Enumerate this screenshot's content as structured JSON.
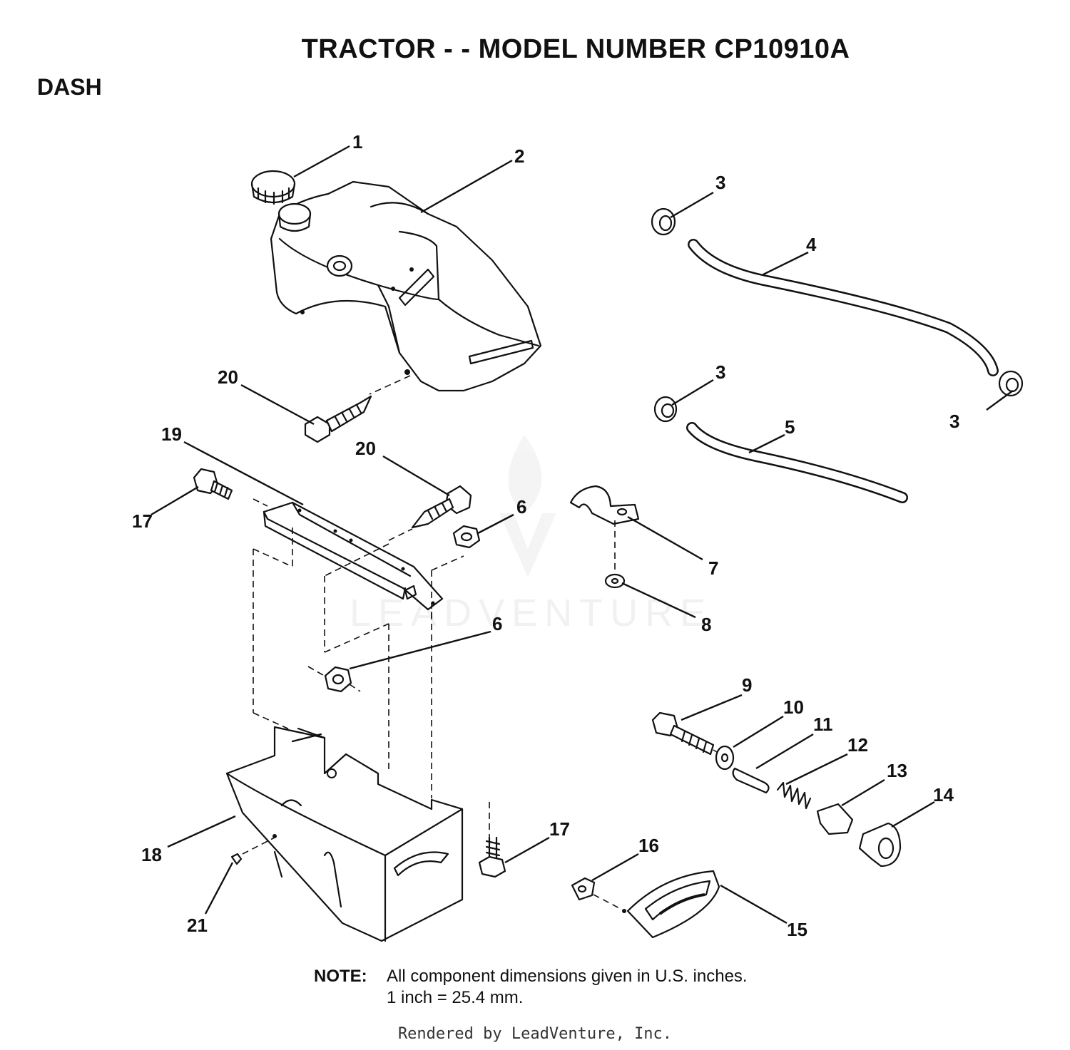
{
  "header": {
    "title": "TRACTOR - - MODEL NUMBER CP10910A",
    "section": "DASH"
  },
  "callouts": [
    "1",
    "2",
    "3",
    "3",
    "3",
    "4",
    "5",
    "20",
    "19",
    "20",
    "6",
    "17",
    "7",
    "8",
    "6",
    "9",
    "10",
    "11",
    "12",
    "13",
    "14",
    "18",
    "17",
    "16",
    "21",
    "15"
  ],
  "watermark": "LEADVENTURE",
  "note": {
    "label": "NOTE:",
    "line1": "All component dimensions given in U.S. inches.",
    "line2": "1 inch = 25.4 mm."
  },
  "footer": "Rendered by LeadVenture, Inc."
}
